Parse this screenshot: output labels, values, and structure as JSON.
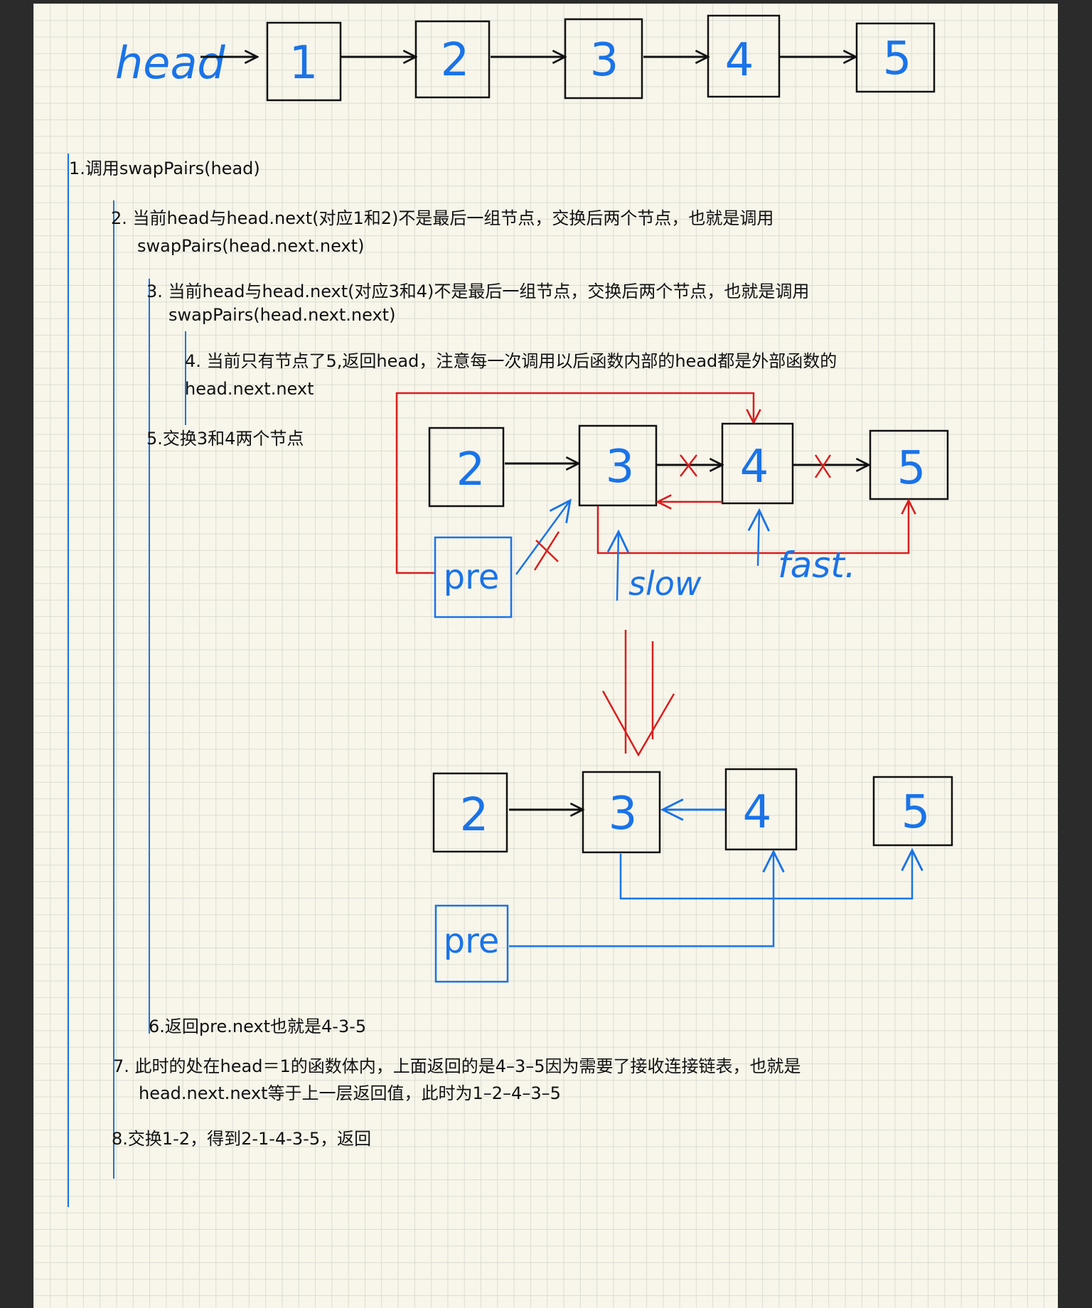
{
  "colors": {
    "paper": "#f8f6ea",
    "grid": "#dcdcd3",
    "ink_black": "#111111",
    "ink_blue": "#1a73e8",
    "ink_red": "#d91e1e"
  },
  "top_list": {
    "head_label": "head",
    "nodes": [
      "1",
      "2",
      "3",
      "4",
      "5"
    ]
  },
  "steps": {
    "s1": "1.调用swapPairs(head)",
    "s2_line1": "2. 当前head与head.next(对应1和2)不是最后一组节点，交换后两个节点，也就是调用",
    "s2_line2": "swapPairs(head.next.next)",
    "s3_line1": "3. 当前head与head.next(对应3和4)不是最后一组节点，交换后两个节点，也就是调用",
    "s3_line2": "swapPairs(head.next.next)",
    "s4_line1": "4. 当前只有节点了5,返回head，注意每一次调用以后函数内部的head都是外部函数的",
    "s4_line2": "head.next.next",
    "s5": "5.交换3和4两个节点",
    "s6": "6.返回pre.next也就是4-3-5",
    "s7_line1": "7. 此时的处在head＝1的函数体内，上面返回的是4–3–5因为需要了接收连接链表，也就是",
    "s7_line2": "head.next.next等于上一层返回值，此时为1–2–4–3–5",
    "s8": "8.交换1-2，得到2-1-4-3-5，返回"
  },
  "swap_before": {
    "nodes": [
      "2",
      "3",
      "4",
      "5"
    ],
    "pre_label": "pre",
    "slow_label": "slow",
    "fast_label": "fast."
  },
  "swap_after": {
    "nodes": [
      "2",
      "3",
      "4",
      "5"
    ],
    "pre_label": "pre"
  }
}
